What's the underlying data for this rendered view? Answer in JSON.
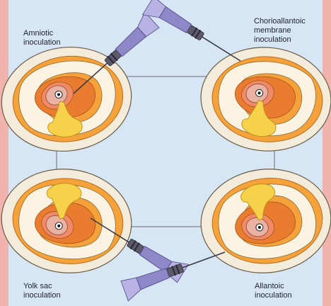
{
  "labels": {
    "amniotic": "Amniotic\ninoculation",
    "chorioallantoic": "Chorioallantoic\nmembrane\ninoculation",
    "yolk_sac": "Yolk sac\ninoculation",
    "allantoic": "Allantoic\ninoculation"
  },
  "colors": {
    "background": "#d6e6f4",
    "border": "#f0b3ae",
    "shell": "#f4ecda",
    "albumen": "#f6a23a",
    "allantoic_cavity": "#fbf3e2",
    "chorion": "#e97c2f",
    "amnion": "#f08a66",
    "embryo": "#e9b2a3",
    "yolk": "#f8d14a",
    "syringe_body": "#8e87c8",
    "syringe_hub": "#5c5a6a"
  }
}
